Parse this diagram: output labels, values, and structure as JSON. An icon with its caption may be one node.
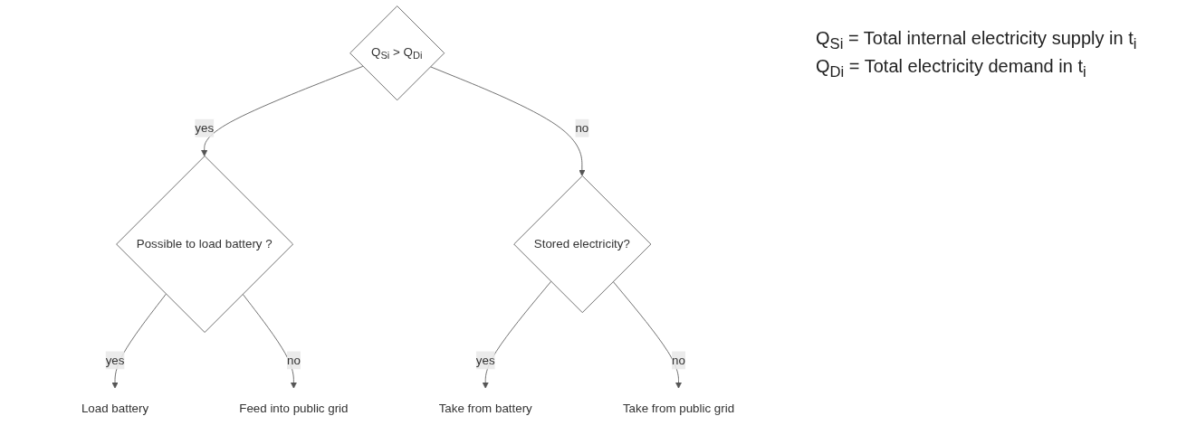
{
  "diagram": {
    "nodes": [
      {
        "text": [
          "Q$_{Si}$ > Q$_{Di}$"
        ]
      },
      {
        "text": [
          "Possible to load battery ?"
        ]
      },
      {
        "text": [
          "Stored electricity?"
        ]
      },
      {
        "text": [
          "Load battery"
        ]
      },
      {
        "text": [
          "Feed into public grid"
        ]
      },
      {
        "text": [
          "Take from battery"
        ]
      },
      {
        "text": [
          "Take from public grid"
        ]
      }
    ],
    "edges": [
      {
        "from": 0,
        "to": 1,
        "arrow": "to",
        "label": "yes"
      },
      {
        "from": 0,
        "to": 2,
        "arrow": "to",
        "label": "no"
      },
      {
        "from": 1,
        "to": 3,
        "arrow": "to",
        "label": "yes"
      },
      {
        "from": 1,
        "to": 4,
        "arrow": "to",
        "label": "no"
      },
      {
        "from": 2,
        "to": 5,
        "arrow": "to",
        "label": "yes"
      },
      {
        "from": 2,
        "to": 6,
        "arrow": "to",
        "label": "no"
      }
    ],
    "labels": [
      "Q$_{Si}$ = Total internal electricity supply in t$_{i}$",
      "Q$_{Di}$ = Total electricity demand in t$_{i}$"
    ]
  }
}
